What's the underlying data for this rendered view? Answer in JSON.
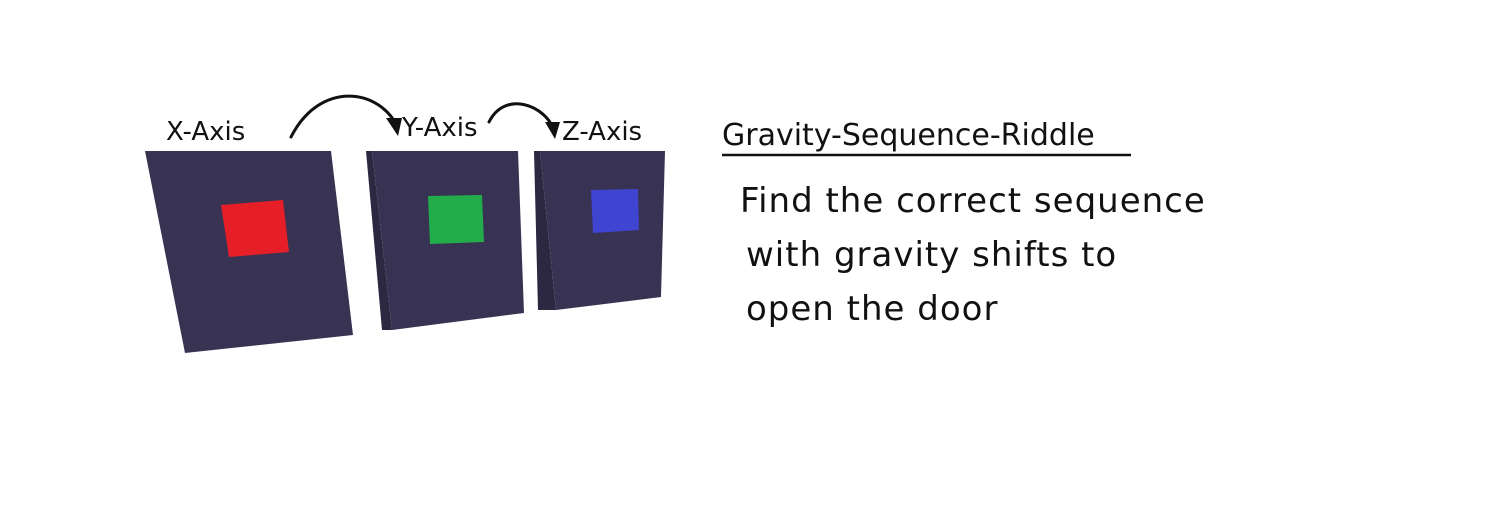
{
  "axes": [
    {
      "label": "X-Axis",
      "cube_color": "#e61e28"
    },
    {
      "label": "Y-Axis",
      "cube_color": "#22ad4a"
    },
    {
      "label": "Z-Axis",
      "cube_color": "#3f44d1"
    }
  ],
  "panel_color": "#383352",
  "panel_side_color": "#2c2842",
  "riddle": {
    "title": "Gravity-Sequence-Riddle",
    "lines": [
      "Find the correct sequence",
      "with gravity shifts to",
      "open the door"
    ]
  }
}
